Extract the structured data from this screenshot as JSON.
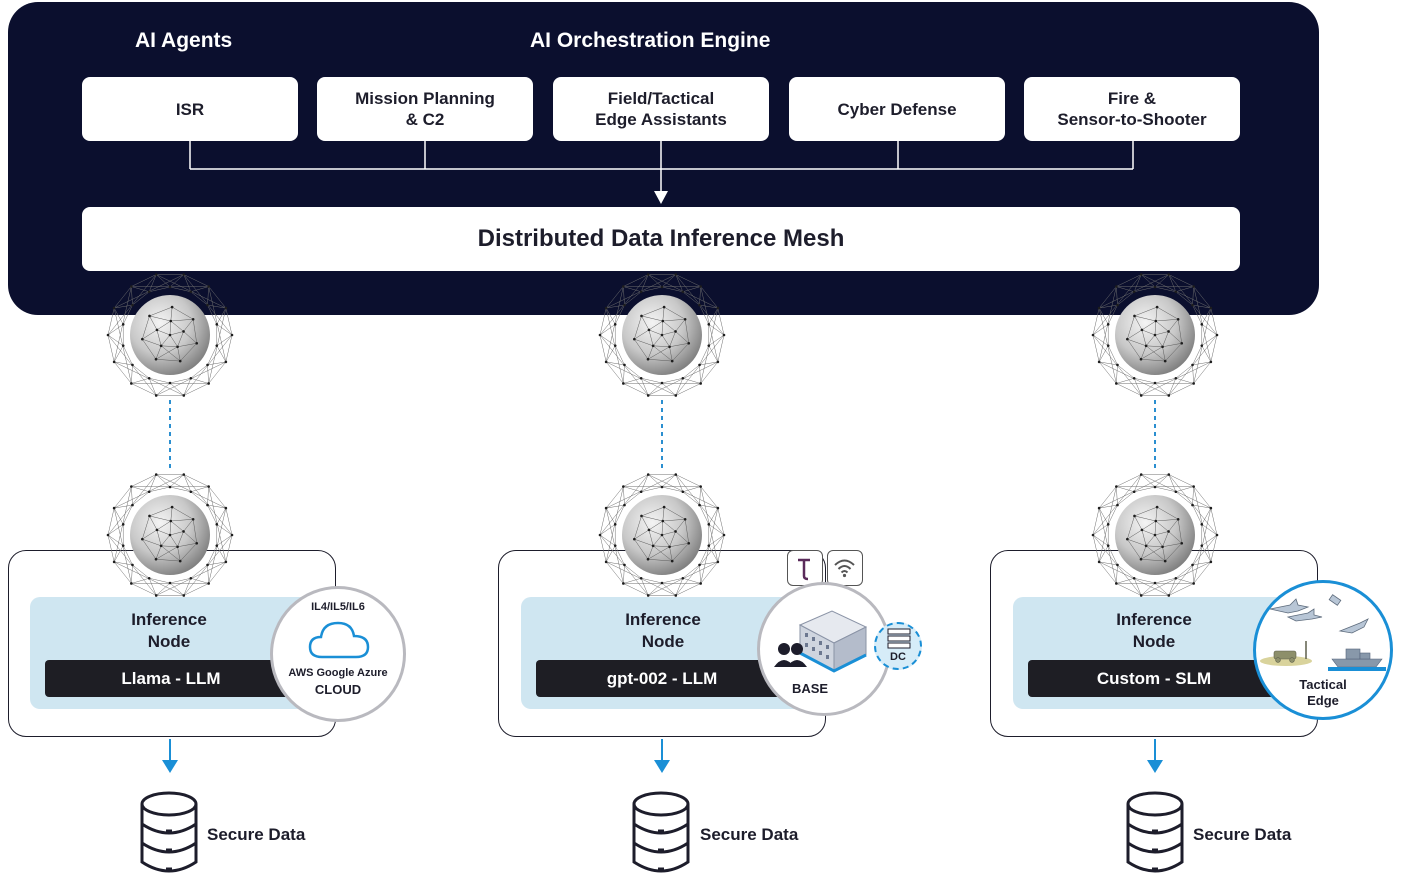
{
  "top_panel": {
    "agents_heading": "AI Agents",
    "engine_heading": "AI Orchestration Engine",
    "agents": [
      {
        "label": "ISR"
      },
      {
        "label": "Mission Planning\n& C2"
      },
      {
        "label": "Field/Tactical\nEdge Assistants"
      },
      {
        "label": "Cyber Defense"
      },
      {
        "label": "Fire &\nSensor-to-Shooter"
      }
    ],
    "mesh_label": "Distributed Data Inference Mesh"
  },
  "nodes": [
    {
      "title": "Inference\nNode",
      "model": "Llama - LLM",
      "deployment": {
        "kind": "cloud",
        "top_label": "IL4/IL5/IL6",
        "providers": "AWS Google Azure",
        "label": "CLOUD"
      },
      "storage_label": "Secure Data"
    },
    {
      "title": "Inference\nNode",
      "model": "gpt-002 - LLM",
      "deployment": {
        "kind": "base",
        "label": "BASE",
        "badge": "DC"
      },
      "storage_label": "Secure Data"
    },
    {
      "title": "Inference\nNode",
      "model": "Custom - SLM",
      "deployment": {
        "kind": "tactical",
        "label": "Tactical\nEdge"
      },
      "storage_label": "Secure Data"
    }
  ],
  "colors": {
    "panel": "#0b0f2e",
    "node_fill": "#cfe6f1",
    "model_bar": "#1e1e24",
    "accent_blue": "#1a8fd6",
    "dashed_link": "#2b8fd0"
  },
  "icons": {
    "sphere": "mesh-sphere-icon",
    "cloud": "cloud-icon",
    "database": "database-icon",
    "building": "building-icon",
    "wifi": "wifi-icon",
    "tactical": "tactical-assets-icon"
  }
}
